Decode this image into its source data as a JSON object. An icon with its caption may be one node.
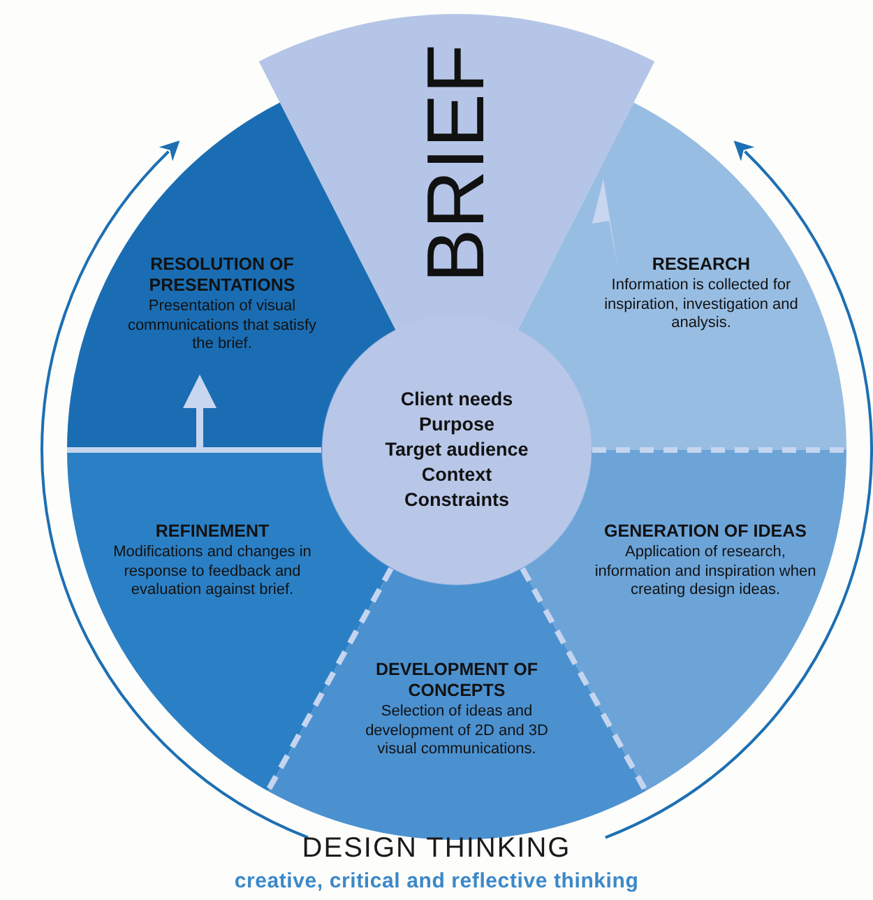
{
  "diagram": {
    "nodes": [
      {
        "text": [
          "BRIEF"
        ]
      },
      {
        "text": [
          "RESOLUTION OF PRESENTATIONS",
          "Presentation of visual communications that satisfy the brief."
        ]
      },
      {
        "text": [
          "RESEARCH",
          "Information is collected for inspiration, investigation and analysis."
        ]
      },
      {
        "text": [
          "Client needs",
          "Purpose",
          "Target audience",
          "Context",
          "Constraints"
        ]
      },
      {
        "text": [
          "REFINEMENT",
          "Modifications and changes in response to feedback and evaluation against brief."
        ]
      },
      {
        "text": [
          "GENERATION OF IDEAS",
          "Application of research, information and inspiration when creating design ideas."
        ]
      },
      {
        "text": [
          "DEVELOPMENT OF CONCEPTS",
          "Selection of ideas and development of 2D and 3D visual communications."
        ]
      }
    ],
    "edges": [
      {
        "from": 4,
        "to": 1,
        "arrow": "to"
      }
    ],
    "labels": [
      "DESIGN THINKING",
      "creative, critical and reflective thinking"
    ]
  }
}
